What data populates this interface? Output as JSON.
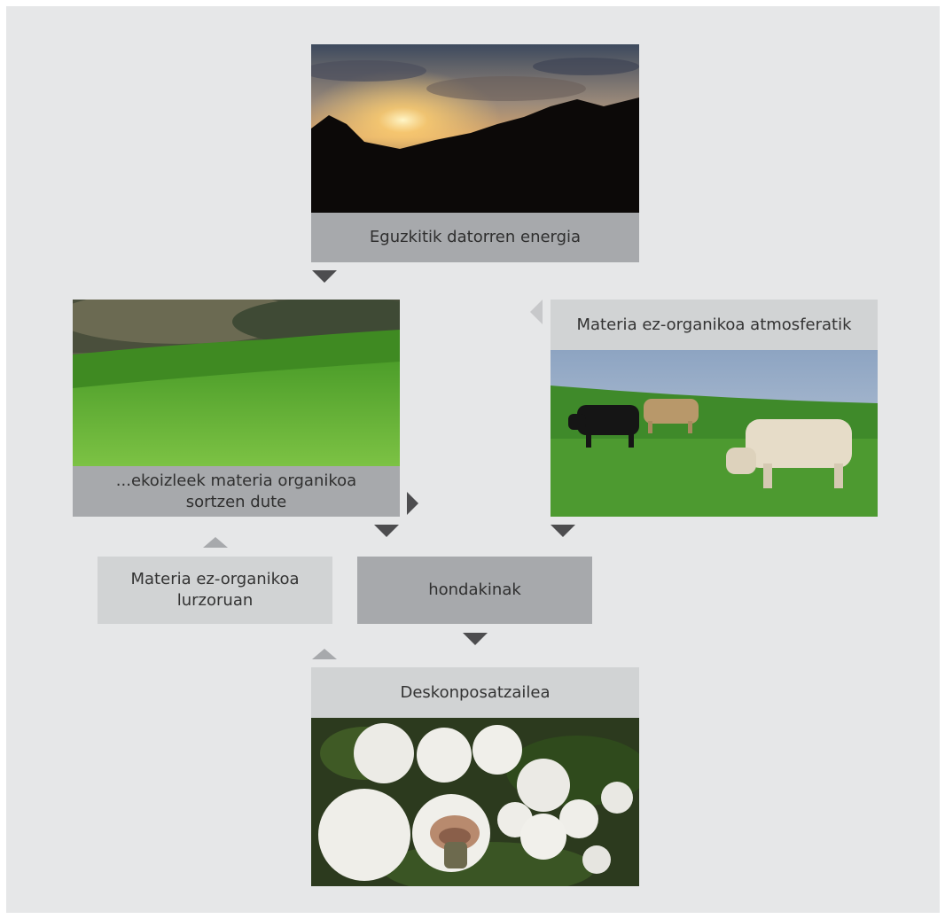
{
  "nodes": {
    "sun": {
      "label": "Eguzkitik datorren energia",
      "image": "sunset-photo"
    },
    "producers": {
      "label": "...ekoizleek materia organikoa sortzen dute",
      "image": "green-field-photo"
    },
    "atmosphere": {
      "label": "Materia ez-organikoa atmosferatik",
      "image": "cows-photo"
    },
    "soil": {
      "label": "Materia ez-organikoa lurzoruan"
    },
    "waste": {
      "label": "hondakinak"
    },
    "decomposer": {
      "label": "Deskonposatzailea",
      "image": "mushrooms-photo"
    }
  },
  "colors": {
    "background": "#e6e7e8",
    "dark_label": "#a7a9ac",
    "light_label": "#d1d3d4",
    "dark_arrow": "#4d4d4f",
    "light_arrow": "#a7a9ac"
  }
}
